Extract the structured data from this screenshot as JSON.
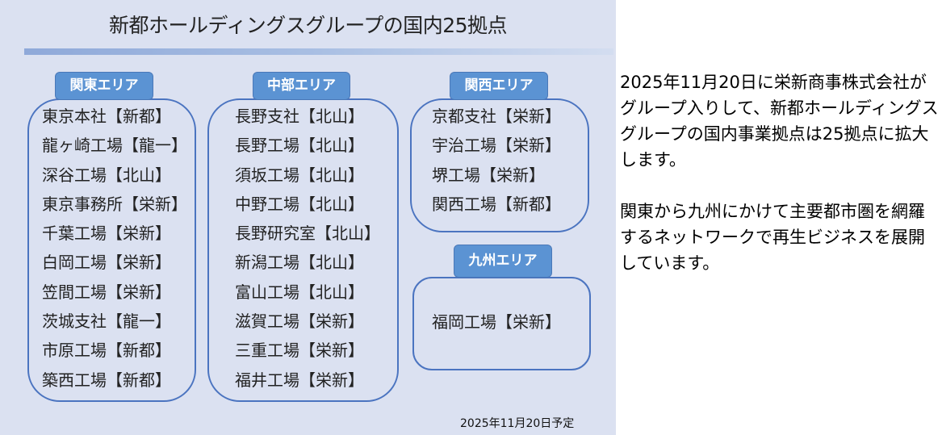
{
  "title": "新都ホールディングスグループの国内25拠点",
  "areas": [
    {
      "label": "関東エリア",
      "sites": [
        "東京本社【新都】",
        "龍ヶ崎工場【龍一】",
        "深谷工場【北山】",
        "東京事務所【栄新】",
        "千葉工場【栄新】",
        "白岡工場【栄新】",
        "笠間工場【栄新】",
        "茨城支社【龍一】",
        "市原工場【新都】",
        "築西工場【新都】"
      ]
    },
    {
      "label": "中部エリア",
      "sites": [
        "長野支社【北山】",
        "長野工場【北山】",
        "須坂工場【北山】",
        "中野工場【北山】",
        "長野研究室【北山】",
        "新潟工場【北山】",
        "富山工場【北山】",
        "滋賀工場【栄新】",
        "三重工場【栄新】",
        "福井工場【栄新】"
      ]
    },
    {
      "label": "関西エリア",
      "sites": [
        "京都支社【栄新】",
        "宇治工場【栄新】",
        "堺工場【栄新】",
        "関西工場【新都】"
      ]
    },
    {
      "label": "九州エリア",
      "sites": [
        "福岡工場【栄新】"
      ]
    }
  ],
  "date_note": "2025年11月20日予定",
  "description": [
    "2025年11月20日に栄新商事株式会社がグループ入りして、新都ホールディングスグループの国内事業拠点は25拠点に拡大します。",
    "関東から九州にかけて主要都市圏を網羅するネットワークで再生ビジネスを展開しています。"
  ]
}
